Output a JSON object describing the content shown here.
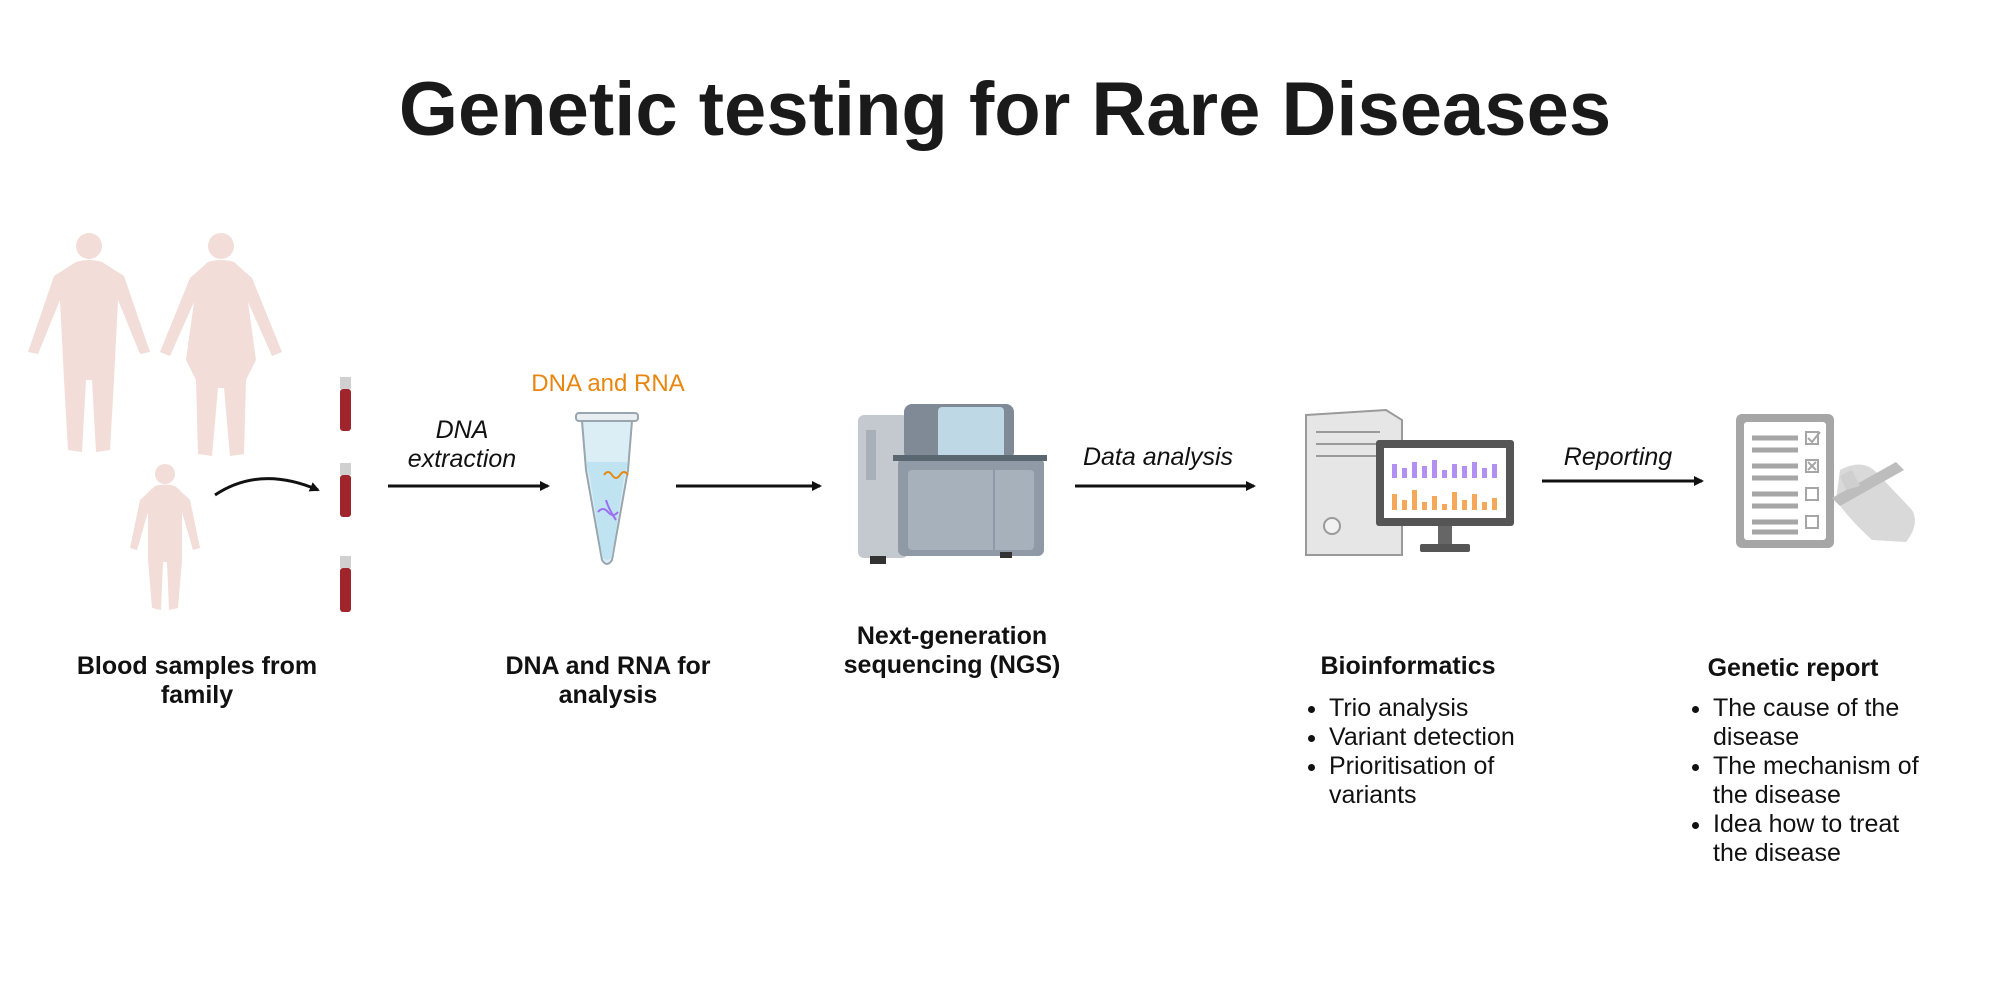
{
  "title": "Genetic testing for Rare Diseases",
  "steps": {
    "blood": {
      "label": "Blood samples from family"
    },
    "extraction": {
      "note": "DNA extraction"
    },
    "tube": {
      "top_label": "DNA and RNA",
      "label": "DNA and RNA for analysis"
    },
    "ngs": {
      "label": "Next-generation sequencing (NGS)"
    },
    "analysis": {
      "note": "Data analysis"
    },
    "bioinformatics": {
      "label": "Bioinformatics",
      "bullets": [
        "Trio analysis",
        "Variant detection",
        "Prioritisation of variants"
      ]
    },
    "reporting": {
      "note": "Reporting"
    },
    "report": {
      "label": "Genetic report",
      "bullets": [
        "The cause of the disease",
        "The mechanism of the disease",
        "Idea how to treat the disease"
      ]
    }
  },
  "colors": {
    "silhouette": "#f2ddd8",
    "blood": "#a0242c",
    "orange": "#e8860f",
    "purple": "#9b6ef3",
    "chart_orange": "#f5a85a",
    "grey": "#9a9a9a"
  }
}
